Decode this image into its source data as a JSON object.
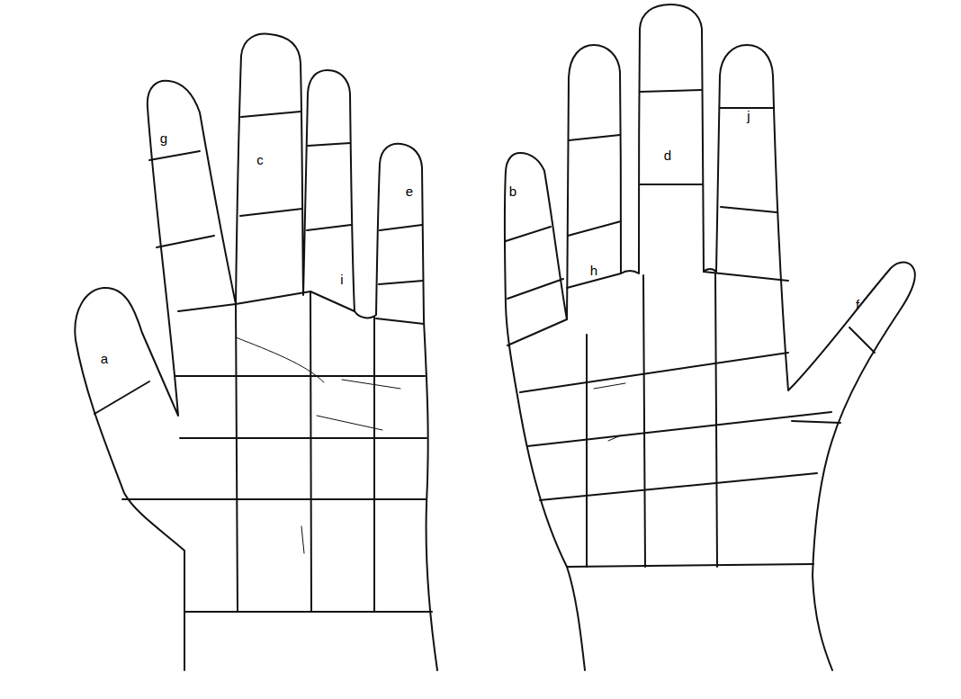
{
  "diagram": {
    "labels": [
      "a",
      "g",
      "c",
      "i",
      "e",
      "b",
      "h",
      "d",
      "j",
      "f"
    ]
  }
}
